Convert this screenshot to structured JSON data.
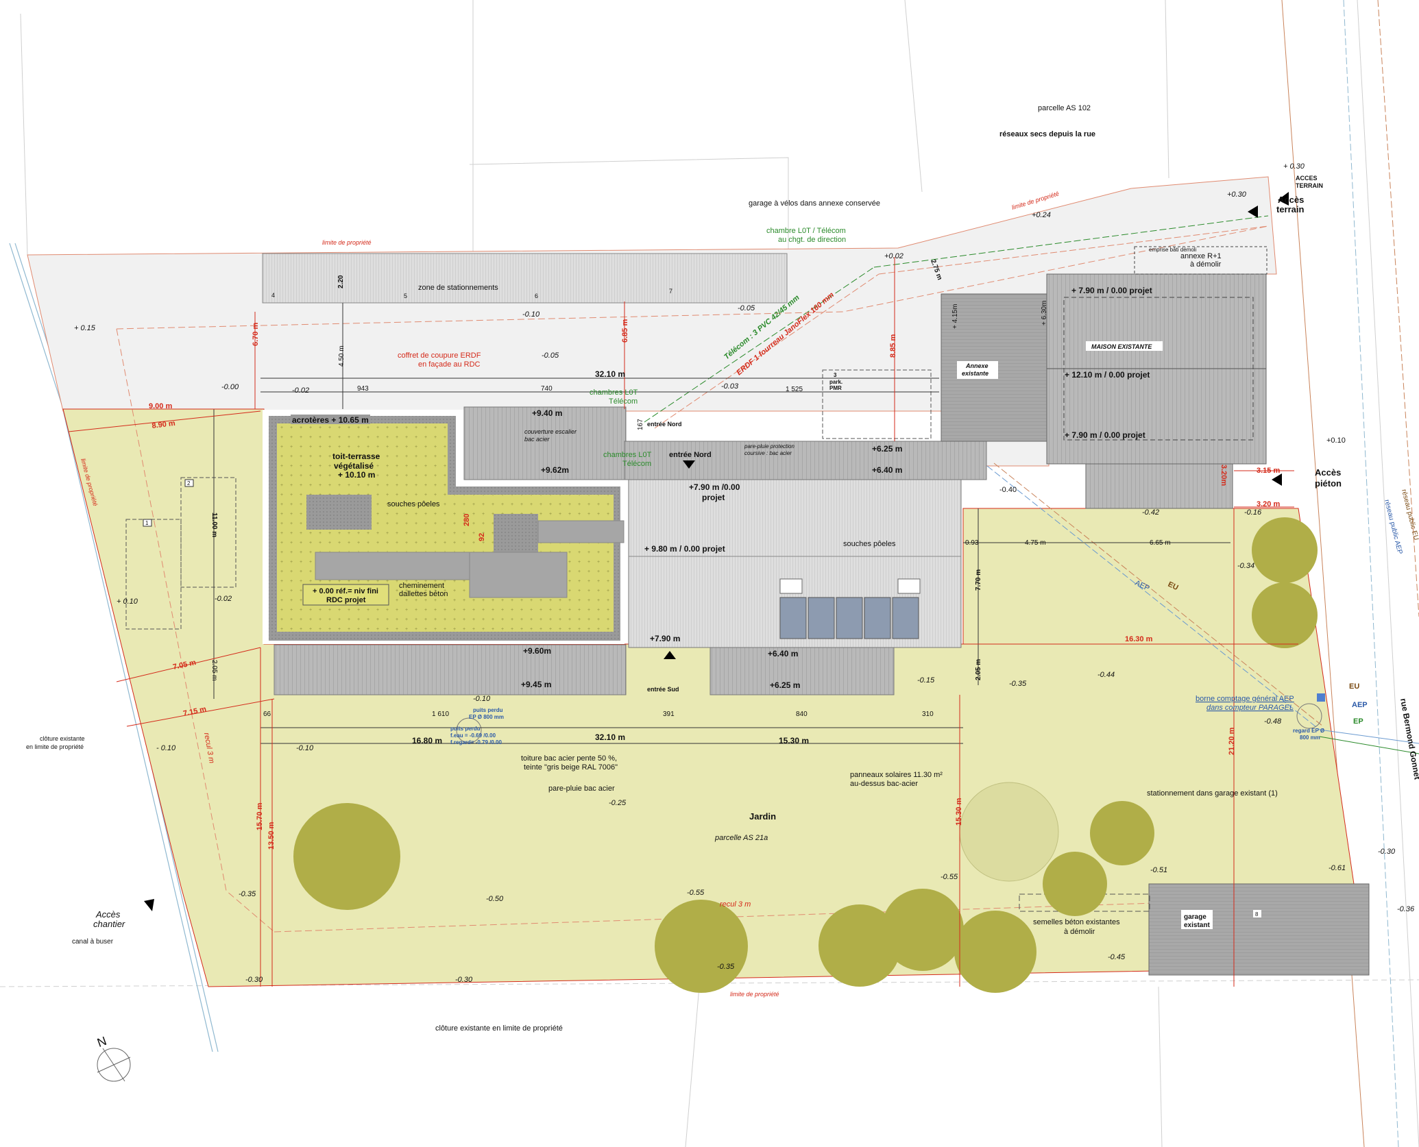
{
  "colors": {
    "garden": "#e9e9b4",
    "paved": "#f1f1f1",
    "roof": "#b8b8b8",
    "green_roof": "#d8d870",
    "tree": "#b0ae48",
    "limit": "#d42a1a",
    "telecom": "#2a8a2a",
    "water": "#2b5aa8"
  },
  "notes": {
    "parcelle_102": "parcelle AS 102",
    "reseaux_secs": "réseaux secs depuis la rue",
    "acces_terrain_caps_1": "ACCES",
    "acces_terrain_caps_2": "TERRAIN",
    "acces_terrain_1": "Accès",
    "acces_terrain_2": "terrain",
    "garage_velos": "garage à vélos dans annexe conservée",
    "chambre_lot_1": "chambre L0T / Télécom",
    "chambre_lot_2": "au chgt. de direction",
    "emprise": "emprise bâti démoli",
    "annexe_r1_1": "annexe R+1",
    "annexe_r1_2": "à démolir",
    "zone_stationnements": "zone de stationnements",
    "parking_numbers": [
      "4",
      "5",
      "6",
      "7"
    ],
    "coffret_1": "coffret de coupure ERDF",
    "coffret_2": "en façade au RDC",
    "telecom_line": "Télécom : 3 PVC 42/45 mm",
    "erdf_line": "ERDF 1 fourreau JanoFlex 160 mm",
    "pmr_1": "3",
    "pmr_2": "park.",
    "pmr_3": "PMR",
    "chambres_lot_a_1": "chambres L0T",
    "chambres_lot_a_2": "Télécom",
    "chambres_lot_b_1": "chambres L0T",
    "chambres_lot_b_2": "Télécom",
    "annexe_existante_1": "Annexe",
    "annexe_existante_2": "existante",
    "maison_existante": "MAISON EXISTANTE",
    "couverture_1": "couverture escalier",
    "couverture_2": "bac acier",
    "entree_nord_1": "entrée Nord",
    "entree_nord_2": "entrée Nord",
    "toit_1": "toit-terrasse",
    "toit_2": "végétalisé",
    "toit_3": "+ 10.10 m",
    "pare_pluie_1": "pare-pluie protection",
    "pare_pluie_2": "coursive : bac acier",
    "souches_1": "souches pôeles",
    "souches_2": "souches pôeles",
    "ref_1": "+ 0.00 réf.= niv fini",
    "ref_2": "RDC projet",
    "cheminement_1": "cheminement",
    "cheminement_2": "dallettes béton",
    "acces_pieton_1": "Accès",
    "acces_pieton_2": "piéton",
    "entree_sud": "entrée Sud",
    "puits_1": "puits perdu",
    "puits_2": "EP  Ø 800 mm",
    "puits_b_1": "puits perdu",
    "puits_b_2": "f.eau =     -0.69 /0.00",
    "puits_b_3": "f.regard=  -0.79 /0.00",
    "cloture_1": "clôture existante",
    "cloture_2": "en limite de propriété",
    "toiture_1": "toiture bac acier pente 50 %,",
    "toiture_2": "teinte \"gris beige RAL 7006\"",
    "pare_pluie_bac": "pare-pluie bac acier",
    "panneaux_1": "panneaux solaires 11.30 m²",
    "panneaux_2": "au-dessus bac-acier",
    "jardin": "Jardin",
    "parcelle_21a": "parcelle AS 21a",
    "borne_1": "borne comptage général AEP",
    "borne_2": "dans compteur PARAGEL",
    "regard_1": "regard EP  Ø",
    "regard_2": "800 mm",
    "rue": "rue Bermond Gonnet",
    "reseau_eu": "réseau public EU",
    "reseau_aep": "réseau public AEP",
    "stationnement_garage": "stationnement dans garage existant (1)",
    "semelles_1": "semelles béton existantes",
    "semelles_2": "à démolir",
    "garage_1": "garage",
    "garage_2": "existant",
    "garage_num": "8",
    "recul_1": "recul 3 m",
    "recul_2": "recul 3 m",
    "cloture_bas": "clôture existante en limite de propriété",
    "acces_chantier_1": "Accès",
    "acces_chantier_2": "chantier",
    "canal": "canal à buser",
    "north": "N",
    "limite": [
      "limite de propriété",
      "limite de propriété",
      "limite de propriété",
      "limite de propriété"
    ],
    "network_tags": [
      "AEP",
      "EU",
      "EU",
      "AEP",
      "EP"
    ],
    "lots": [
      "1",
      "2"
    ]
  },
  "levels": [
    "+ 0.30",
    "+0.30",
    "+0.24",
    "+0.02",
    "-0.10",
    "-0.05",
    "+ 0.15",
    "-0.05",
    "-0.02",
    "-0.03",
    "-0.00",
    "+ 0.10",
    "-0.02",
    "-0.40",
    "-0.42",
    "-0.16",
    "+0.10",
    "-0.34",
    "-0.15",
    "-0.35",
    "-0.44",
    "-0.10",
    "-0.10",
    "- 0.10",
    "-0.48",
    "-0.25",
    "-0.30",
    "-0.36",
    "-0.51",
    "-0.61",
    "-0.55",
    "-0.55",
    "-0.50",
    "-0.35",
    "-0.45",
    "-0.35",
    "-0.30",
    "-0.30"
  ],
  "roof_levels": [
    "+ 7.90 m / 0.00 projet",
    "+ 12.10 m / 0.00 projet",
    "+ 7.90 m / 0.00 projet",
    "acrotères + 10.65 m",
    "+9.40 m",
    "+9.62m",
    "+6.25 m",
    "+6.40 m",
    "+7.90 m /0.00",
    "projet",
    "+ 9.80 m / 0.00 projet",
    "+9.60m",
    "+9.45 m",
    "+7.90 m",
    "+6.40 m",
    "+6.25 m",
    "+ 4.15m",
    "+ 6.30m"
  ],
  "dims_red": [
    "6.70 m",
    "6.85 m",
    "8.85 m",
    "9.00 m",
    "8.90 m",
    "7.05 m",
    "7.15 m",
    "3.15 m",
    "3.20 m",
    "3.20m",
    "16.30 m",
    "21.20 m",
    "15.70 m",
    "13.50 m",
    "15.30 m",
    "280",
    "92"
  ],
  "dims": [
    "2.20",
    "4.50 m",
    "32.10 m",
    "943",
    "740",
    "1 525",
    "2.75 m",
    "167",
    "11.00 m",
    "2.05 m",
    "0.93",
    "4.75 m",
    "6.65 m",
    "7.70 m",
    "2.05 m",
    "66",
    "1 610",
    "391",
    "840",
    "310",
    "16.80 m",
    "32.10 m",
    "15.30 m"
  ]
}
